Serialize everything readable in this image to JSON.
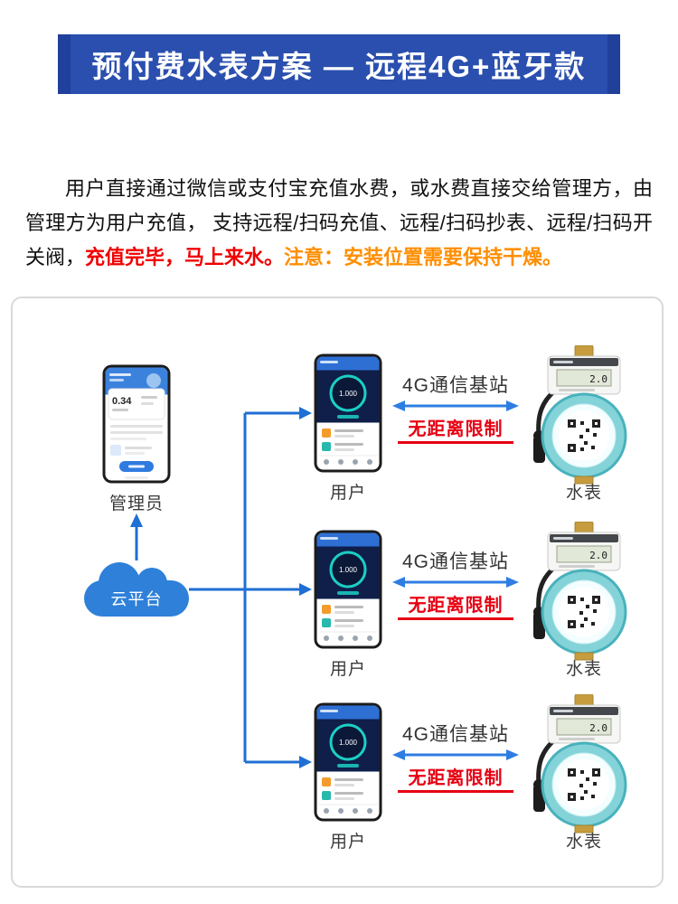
{
  "banner": {
    "title": "预付费水表方案 — 远程4G+蓝牙款"
  },
  "intro": {
    "normal": "用户直接通过微信或支付宝充值水费，或水费直接交给管理方，由管理方为用户充值， 支持远程/扫码充值、远程/扫码抄表、远程/扫码开关阀，",
    "highlight_red": "充值完毕，马上来水。",
    "highlight_orange": "注意：安装位置需要保持干燥。"
  },
  "diagram": {
    "admin": {
      "label": "管理员",
      "stat": "0.34"
    },
    "cloud": {
      "label": "云平台"
    },
    "rows": [
      {
        "user_label": "用户",
        "station": "4G通信基站",
        "no_limit": "无距离限制",
        "meter_label": "水表",
        "gauge": "1.000",
        "lcd": "2.0"
      },
      {
        "user_label": "用户",
        "station": "4G通信基站",
        "no_limit": "无距离限制",
        "meter_label": "水表",
        "gauge": "1.000",
        "lcd": "2.0"
      },
      {
        "user_label": "用户",
        "station": "4G通信基站",
        "no_limit": "无距离限制",
        "meter_label": "水表",
        "gauge": "1.000",
        "lcd": "2.0"
      }
    ]
  },
  "colors": {
    "banner_blue": "#2a4fae",
    "arrow_blue": "#1f6fd4",
    "cloud_blue": "#2e80d9",
    "alert_red": "#e60012",
    "warn_orange": "#ff8e00",
    "meter_teal": "#84d3d8"
  }
}
